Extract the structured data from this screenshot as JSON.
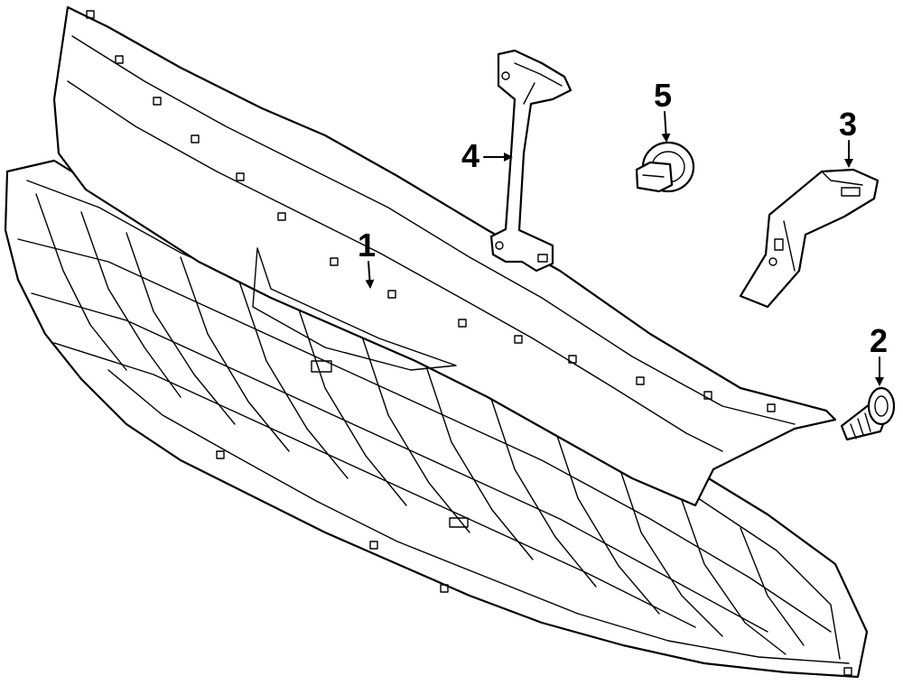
{
  "diagram": {
    "parts": [
      {
        "number": "1",
        "name": "grille"
      },
      {
        "number": "2",
        "name": "screw"
      },
      {
        "number": "3",
        "name": "bracket"
      },
      {
        "number": "4",
        "name": "support"
      },
      {
        "number": "5",
        "name": "clip"
      }
    ]
  }
}
